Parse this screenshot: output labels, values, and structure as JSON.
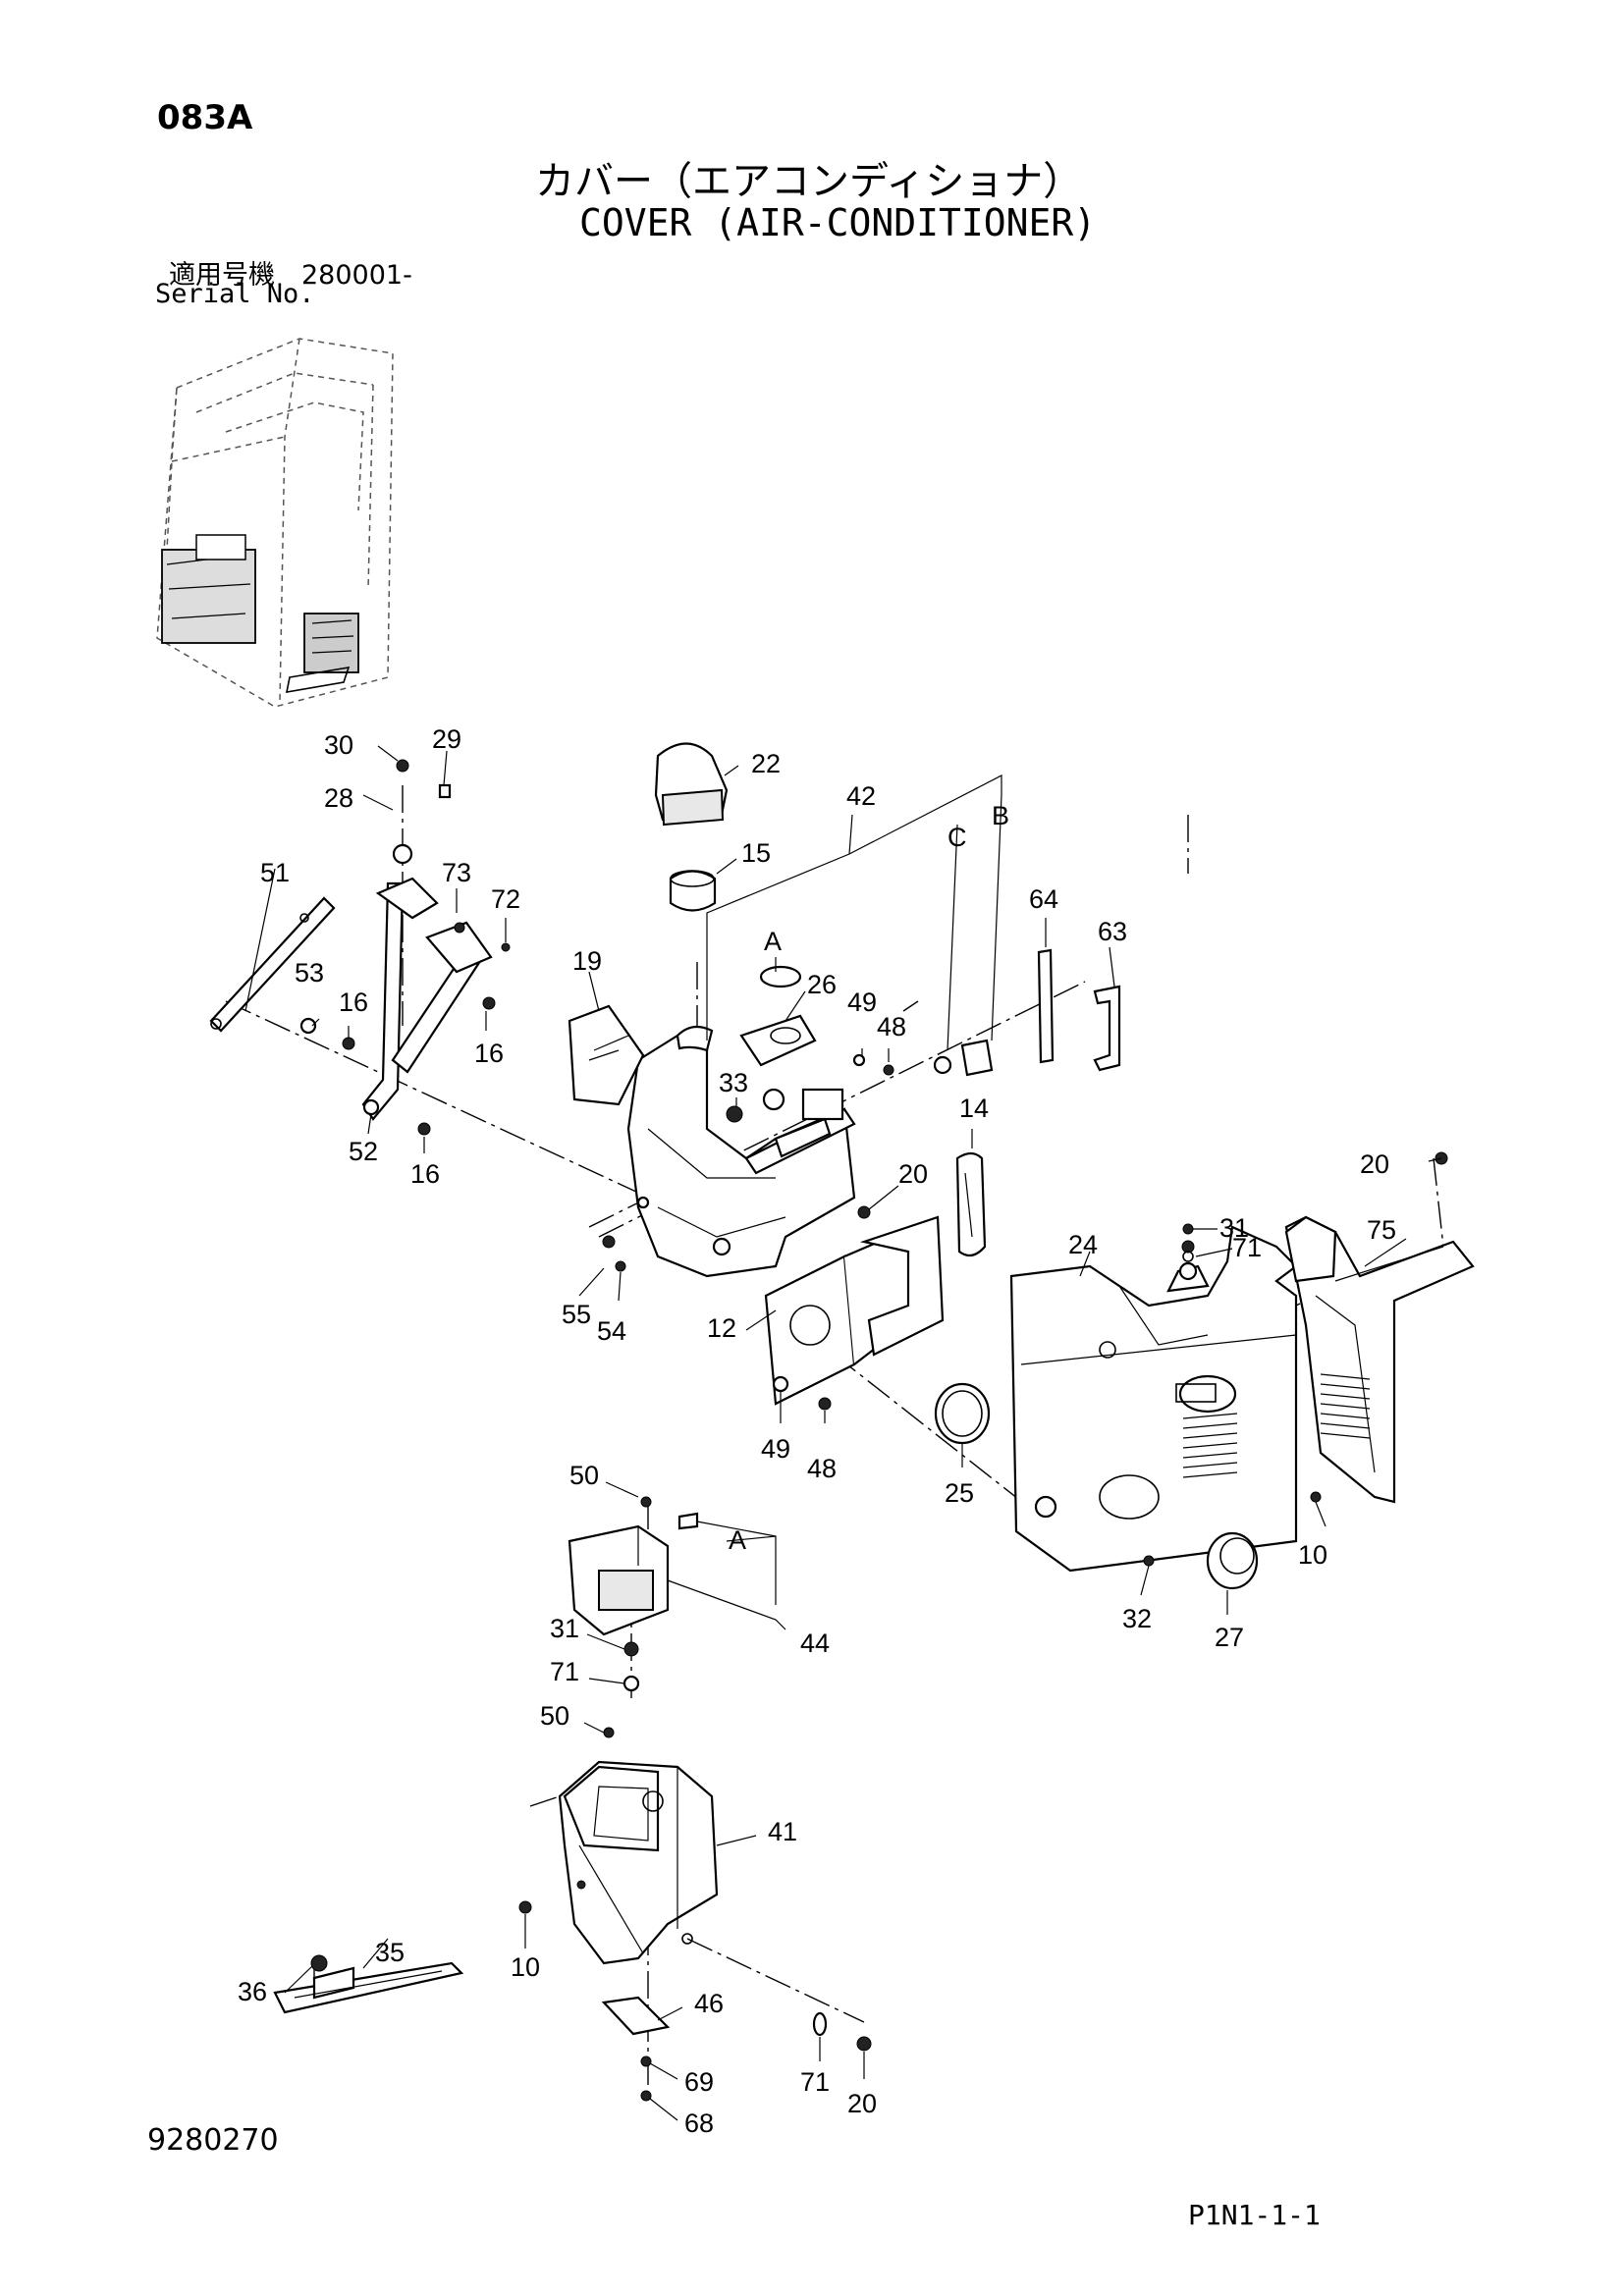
{
  "header": {
    "page_code": "083A",
    "title_jp": "カバー（エアコンディショナ）",
    "title_en": "COVER (AIR-CONDITIONER)",
    "serial_label_jp": "適用号機　280001-",
    "serial_label_en": "Serial No."
  },
  "footer": {
    "drawing_no": "9280270",
    "page_ref": "P1N1-1-1"
  },
  "callouts": {
    "c30": "30",
    "c29": "29",
    "c28": "28",
    "c22": "22",
    "c42": "42",
    "c15": "15",
    "cC": "C",
    "cB": "B",
    "c51": "51",
    "c73": "73",
    "c72": "72",
    "cA1": "A",
    "c64": "64",
    "c63": "63",
    "c19": "19",
    "c26": "26",
    "c53": "53",
    "c16a": "16",
    "c49a": "49",
    "c48a": "48",
    "c16b": "16",
    "c33": "33",
    "c52": "52",
    "c16c": "16",
    "c14": "14",
    "c20a": "20",
    "c31a": "31",
    "c20b": "20",
    "c71a": "71",
    "c75": "75",
    "c24": "24",
    "c55": "55",
    "c54": "54",
    "c12": "12",
    "c49b": "49",
    "c48b": "48",
    "c25": "25",
    "c50a": "50",
    "cA2": "A",
    "c10a": "10",
    "c32": "32",
    "c27": "27",
    "c44": "44",
    "c31b": "31",
    "c71b": "71",
    "c50b": "50",
    "c41": "41",
    "c10b": "10",
    "c35": "35",
    "c36": "36",
    "c46": "46",
    "c69": "69",
    "c71c": "71",
    "c20c": "20",
    "c68": "68"
  }
}
